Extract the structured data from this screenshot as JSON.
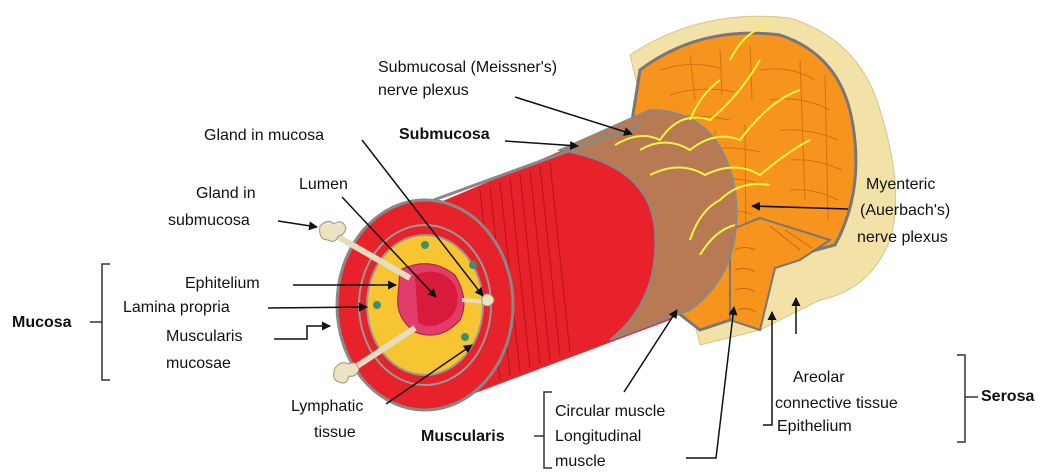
{
  "labels": {
    "submucosal_plexus": "Submucosal (Meissner's)",
    "submucosal_plexus_2": "nerve plexus",
    "gland_in_mucosa": "Gland in mucosa",
    "submucosa": "Submucosa",
    "gland_in_submucosa": "Gland in",
    "gland_in_submucosa_2": "submucosa",
    "lumen": "Lumen",
    "myenteric_plexus": "Myenteric",
    "myenteric_plexus_2": "(Auerbach's)",
    "myenteric_plexus_3": "nerve plexus",
    "ephitelium": "Ephitelium",
    "lamina_propria": "Lamina propria",
    "muscularis_mucosae": "Muscularis",
    "muscularis_mucosae_2": "mucosae",
    "mucosa": "Mucosa",
    "lymphatic_tissue": "Lymphatic",
    "lymphatic_tissue_2": "tissue",
    "circular_muscle": "Circular muscle",
    "longitudinal_muscle": "Longitudinal",
    "longitudinal_muscle_2": "muscle",
    "muscularis": "Muscularis",
    "areolar_tissue": "Areolar",
    "areolar_tissue_2": "connective tissue",
    "epithelium": "Epithelium",
    "serosa": "Serosa"
  },
  "colors": {
    "muscle_red": "#e8222a",
    "submucosa_brown": "#b77a52",
    "muscle_orange": "#f7941d",
    "serosa_cream": "#f2e2a8",
    "nerve_yellow": "#f5f542",
    "mucosa_yellow": "#f7c531",
    "lumen_pink": "#e23d6a",
    "lymph_green": "#3f8f6a"
  }
}
